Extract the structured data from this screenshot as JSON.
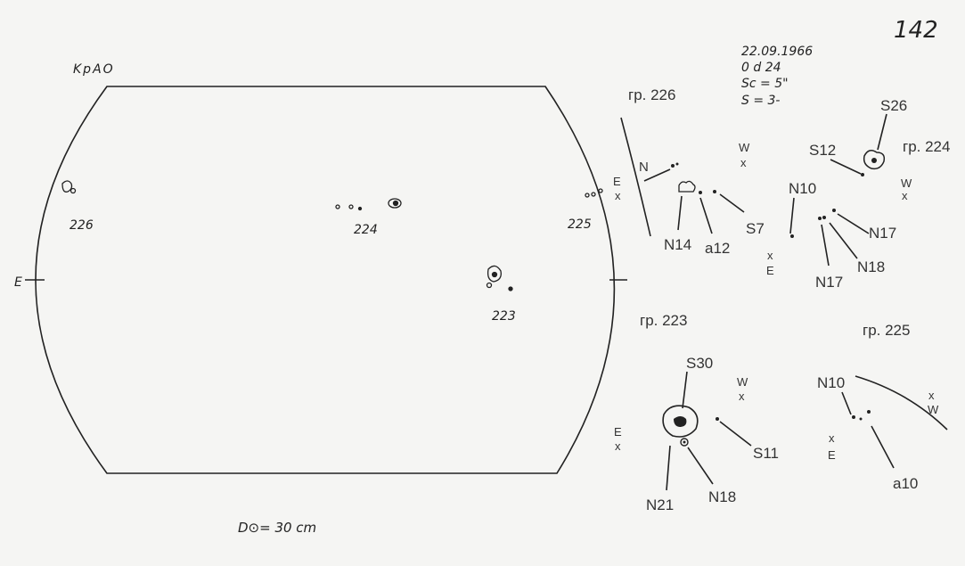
{
  "sheet_number": "142",
  "observatory": "KpAO",
  "date": "22.09.1966",
  "time": "0 d 24",
  "seeing": "Sc = 5\"",
  "quality": "S = 3-",
  "disk": {
    "east_label": "E",
    "diameter": "D⊙= 30 cm",
    "groups": [
      "226",
      "224",
      "225",
      "223"
    ]
  },
  "group_226": {
    "title": "гр. 226",
    "north": "N",
    "east": "E",
    "west": "W",
    "x": "x",
    "labels": [
      "N14",
      "a12",
      "S7"
    ]
  },
  "group_224": {
    "title": "гр. 224",
    "east": "E",
    "west": "W",
    "x": "x",
    "labels": [
      "S26",
      "S12",
      "N10",
      "N17",
      "N18",
      "N17"
    ]
  },
  "group_223": {
    "title": "гр. 223",
    "east": "E",
    "west": "W",
    "x": "x",
    "labels": [
      "S30",
      "S11",
      "N21",
      "N18"
    ]
  },
  "group_225": {
    "title": "гр. 225",
    "east": "E",
    "west": "W",
    "x": "x",
    "labels": [
      "N10",
      "a10"
    ]
  }
}
